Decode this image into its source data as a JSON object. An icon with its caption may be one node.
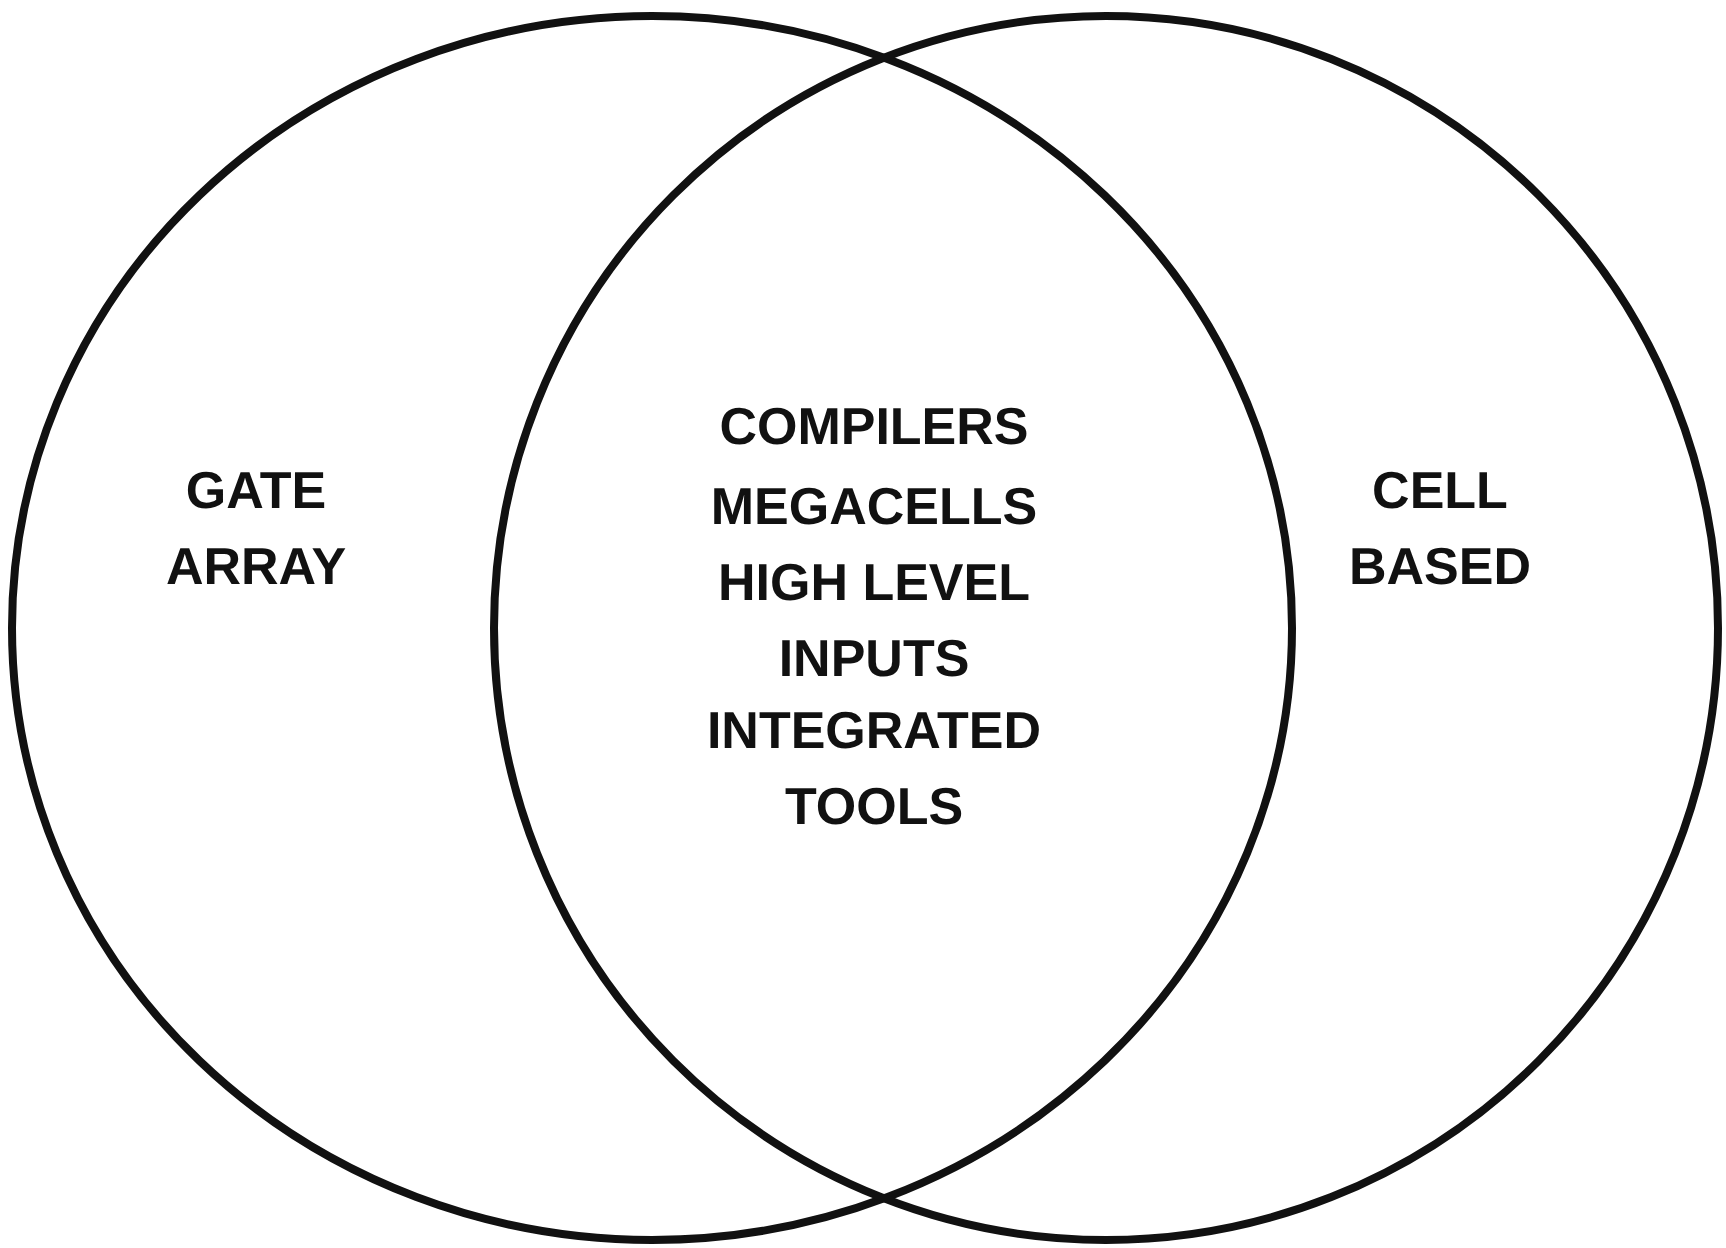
{
  "diagram": {
    "nodes": [
      {
        "text": [
          "GATE ARRAY"
        ]
      },
      {
        "text": [
          "CELL BASED"
        ]
      }
    ],
    "labels": [
      "COMPILERS",
      "MEGACELLS",
      "HIGH LEVEL INPUTS",
      "INTEGRATED TOOLS"
    ]
  }
}
